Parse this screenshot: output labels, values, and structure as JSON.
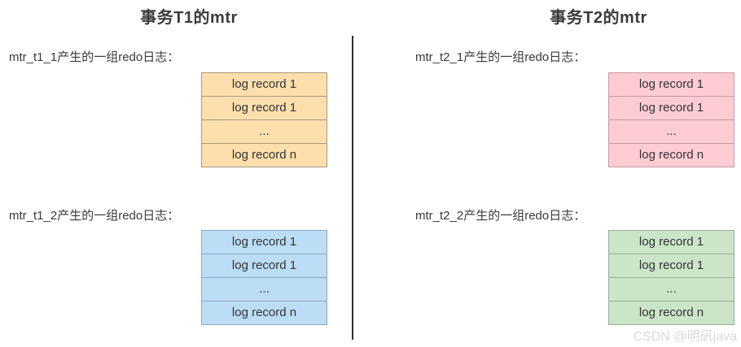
{
  "columns": [
    {
      "title": "事务T1的mtr",
      "groups": [
        {
          "label": "mtr_t1_1产生的一组redo日志：",
          "fill": "#fcdfad",
          "border": "#a89a80",
          "rows": [
            "log record 1",
            "log record 1",
            "...",
            "log record n"
          ]
        },
        {
          "label": "mtr_t1_2产生的一组redo日志：",
          "fill": "#bbddf6",
          "border": "#8fa8bb",
          "rows": [
            "log record 1",
            "log record 1",
            "...",
            "log record n"
          ]
        }
      ]
    },
    {
      "title": "事务T2的mtr",
      "groups": [
        {
          "label": "mtr_t2_1产生的一组redo日志：",
          "fill": "#ffccd3",
          "border": "#c49ba3",
          "rows": [
            "log record 1",
            "log record 1",
            "...",
            "log record n"
          ]
        },
        {
          "label": "mtr_t2_2产生的一组redo日志：",
          "fill": "#cbe5c8",
          "border": "#98ad96",
          "rows": [
            "log record 1",
            "log record 1",
            "...",
            "log record n"
          ]
        }
      ]
    }
  ],
  "watermark": "CSDN @明矾java"
}
